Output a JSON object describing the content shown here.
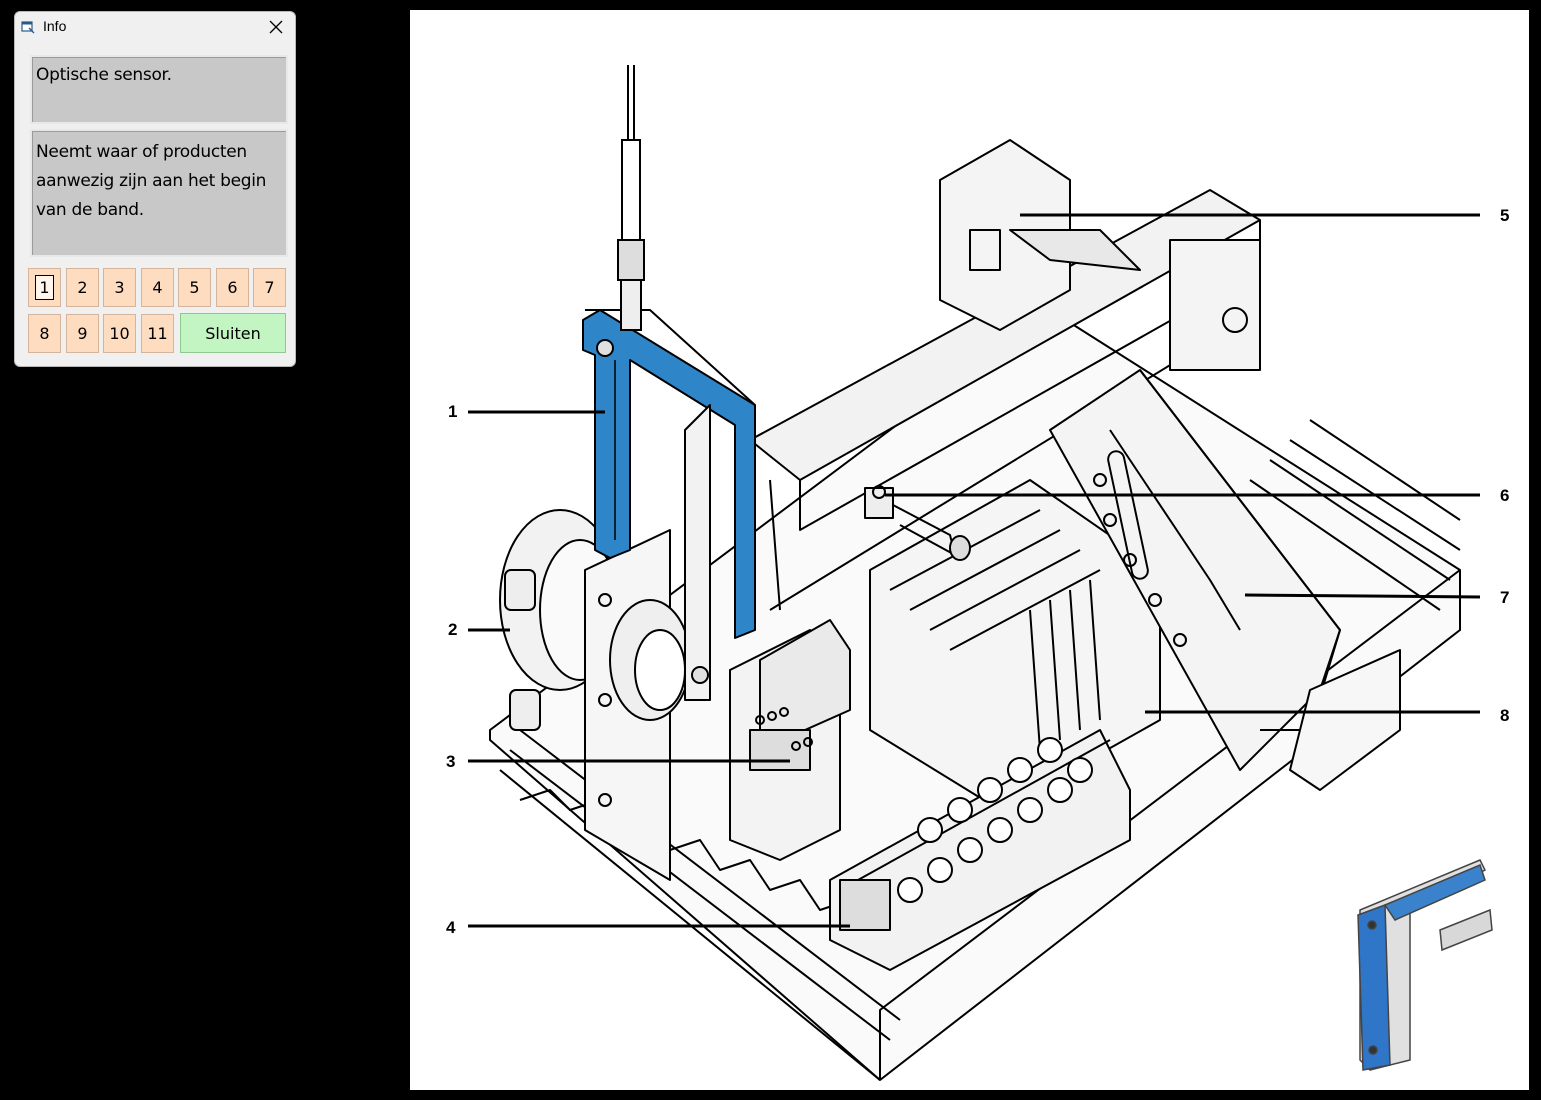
{
  "window": {
    "title": "Info",
    "component_name": "Optische sensor.",
    "description": "Neemt waar of producten aanwezig zijn aan het begin van de band.",
    "number_buttons": [
      "1",
      "2",
      "3",
      "4",
      "5",
      "6",
      "7",
      "8",
      "9",
      "10",
      "11"
    ],
    "selected_button": "1",
    "close_action_label": "Sluiten",
    "colors": {
      "number_button": "#fddcc0",
      "close_button": "#c2f5c2",
      "field": "#c8c8c8"
    }
  },
  "drawing": {
    "callouts": [
      "1",
      "2",
      "3",
      "4",
      "5",
      "6",
      "7",
      "8"
    ],
    "highlight_color": "#2e86c8"
  }
}
